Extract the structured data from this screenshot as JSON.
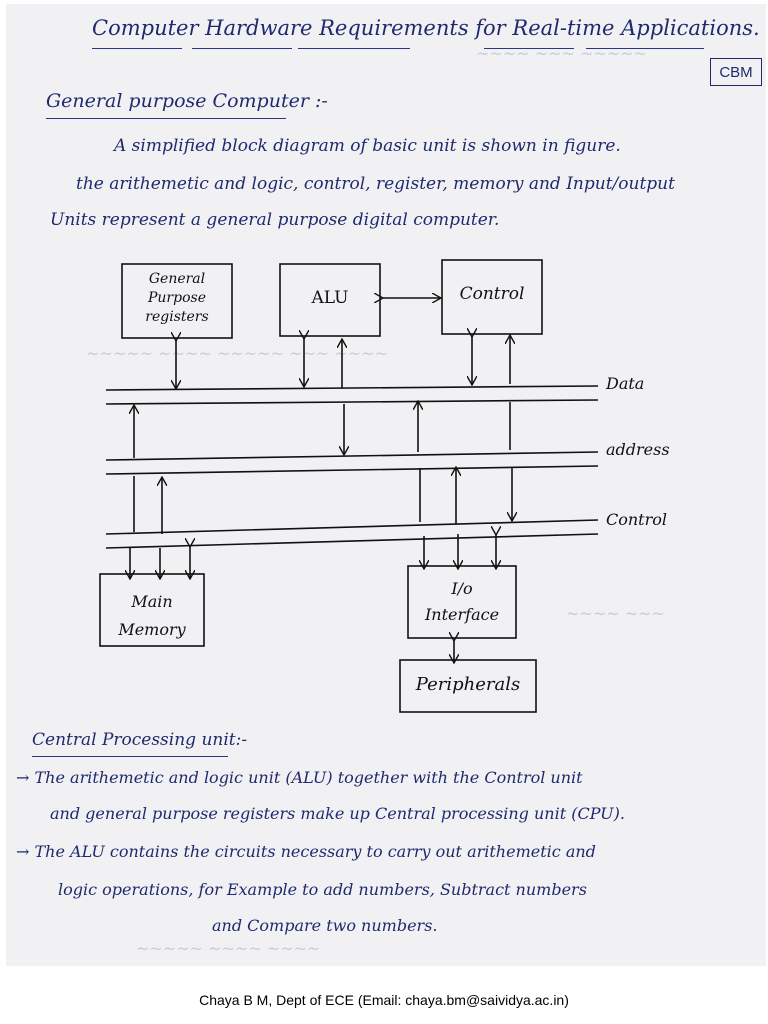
{
  "title": "Computer Hardware Requirements for Real-time Applications.",
  "badge": "CBM",
  "heading": "General purpose Computer :-",
  "intro": [
    "A simplified block diagram of basic unit is shown in figure.",
    "the arithemetic and logic, control, register, memory and Input/output",
    "Units represent a general purpose digital computer."
  ],
  "diagram": {
    "gpr_lines": [
      "General",
      "Purpose",
      "registers"
    ],
    "alu": "ALU",
    "control_block": "Control",
    "main_memory_lines": [
      "Main",
      "Memory"
    ],
    "io_lines": [
      "I/o",
      "Interface"
    ],
    "peripherals": "Peripherals",
    "bus_data": "Data",
    "bus_address": "address",
    "bus_control": "Control"
  },
  "cpu_heading": "Central Processing unit:-",
  "cpu_lines": [
    "→ The arithemetic and logic unit (ALU) together with the Control unit",
    "and general purpose registers make up Central processing unit (CPU).",
    "→ The ALU contains the circuits necessary to carry out arithemetic and",
    "logic operations, for Example to add numbers, Subtract numbers",
    "and Compare two numbers."
  ],
  "footer": "Chaya  B M, Dept of ECE (Email: chaya.bm@saividya.ac.in)"
}
